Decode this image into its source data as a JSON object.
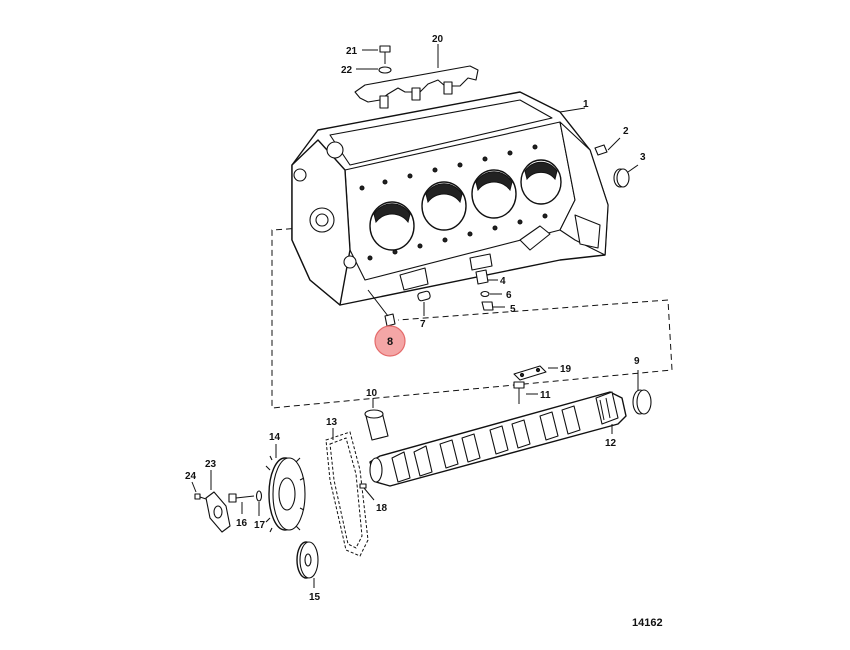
{
  "figure_id": "14162",
  "highlight": {
    "label": "8",
    "color": "#f4a6a6",
    "stroke": "#e46a6a"
  },
  "callouts": [
    {
      "id": "1",
      "label": "1"
    },
    {
      "id": "2",
      "label": "2"
    },
    {
      "id": "3",
      "label": "3"
    },
    {
      "id": "4",
      "label": "4"
    },
    {
      "id": "5",
      "label": "5"
    },
    {
      "id": "6",
      "label": "6"
    },
    {
      "id": "7",
      "label": "7"
    },
    {
      "id": "9",
      "label": "9"
    },
    {
      "id": "10",
      "label": "10"
    },
    {
      "id": "11",
      "label": "11"
    },
    {
      "id": "12",
      "label": "12"
    },
    {
      "id": "13",
      "label": "13"
    },
    {
      "id": "14",
      "label": "14"
    },
    {
      "id": "15",
      "label": "15"
    },
    {
      "id": "16",
      "label": "16"
    },
    {
      "id": "17",
      "label": "17"
    },
    {
      "id": "18",
      "label": "18"
    },
    {
      "id": "19",
      "label": "19"
    },
    {
      "id": "20",
      "label": "20"
    },
    {
      "id": "21",
      "label": "21"
    },
    {
      "id": "22",
      "label": "22"
    },
    {
      "id": "23",
      "label": "23"
    },
    {
      "id": "24",
      "label": "24"
    }
  ]
}
